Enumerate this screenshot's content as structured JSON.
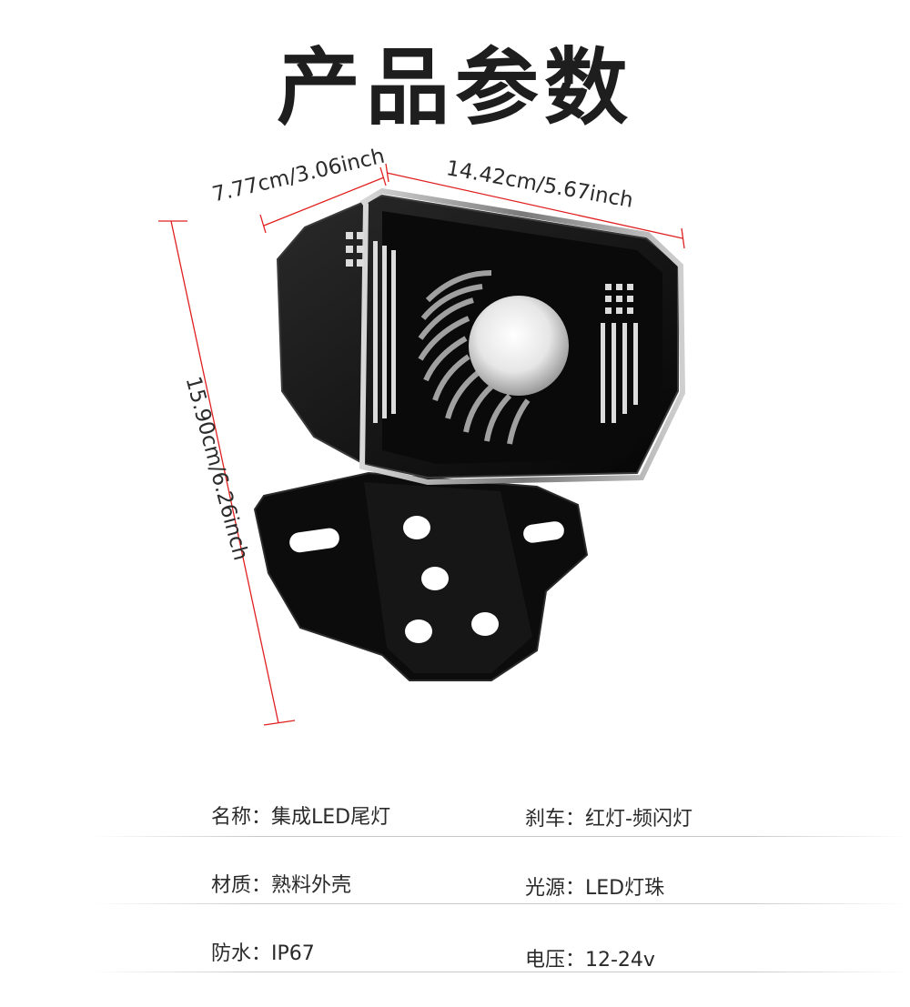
{
  "header": {
    "title": "产品参数"
  },
  "dimensions": {
    "width_side": "7.77cm/3.06inch",
    "width_front": "14.42cm/5.67inch",
    "height": "15.90cm/6.26inch"
  },
  "specs": {
    "name": "名称：集成LED尾灯",
    "brake": "刹车：红灯-频闪灯",
    "material": "材质：熟料外壳",
    "light_source": "光源：LED灯珠",
    "waterproof": "防水：IP67",
    "voltage": "电压：12-24v"
  },
  "colors": {
    "dimension_line": "#e02020",
    "divider": "#c9c9c9",
    "product_body": "#111111"
  }
}
